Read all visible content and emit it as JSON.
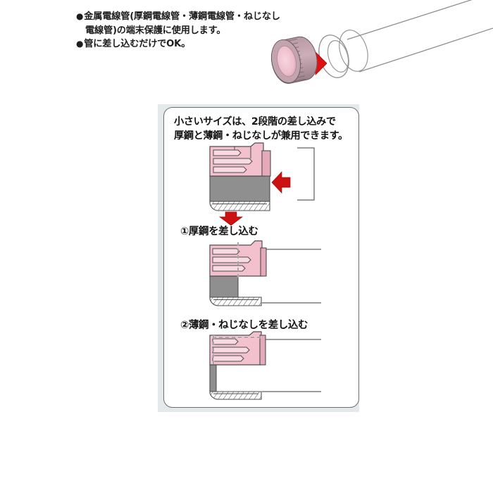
{
  "page": {
    "title": "金属電線管端末保護ブッシング 使用説明図",
    "background_color": "#ffffff"
  },
  "notes": {
    "lines": [
      {
        "bullet": "●",
        "text": "金属電線管(厚鋼電線管・薄鋼電線管・ねじなし",
        "indent": false
      },
      {
        "bullet": "",
        "text": "電線管)の端末保護に使用します。",
        "indent": true
      },
      {
        "bullet": "●",
        "text": "管に差し込むだけでOK。",
        "indent": false
      }
    ]
  },
  "product_illustration": {
    "name": "bushing-to-pipe-illustration",
    "bushing_face_color": "#f0c3ce",
    "bushing_body_color": "#c8a3b0",
    "arrow_color": "#e01b1b",
    "pipe_outline_color": "#8a8a8a",
    "arrow_direction": "right"
  },
  "card": {
    "heading_lines": [
      "小さいサイズは、2段階の差し込みで",
      "厚鋼と薄鋼・ねじなしが兼用できます。"
    ],
    "border_color": "#6e6e6e",
    "backdrop_color": "#e4eaec",
    "steps": [
      {
        "number": "",
        "label": ""
      },
      {
        "number": "①",
        "label": "厚鋼を差し込む"
      },
      {
        "number": "②",
        "label": "薄鋼・ねじなしを差し込む"
      }
    ],
    "step_labels": [
      "①厚鋼を差し込む",
      "②薄鋼・ねじなしを差し込む"
    ],
    "figures": [
      {
        "name": "figure-bushing-cross-section",
        "caption": "",
        "arrows": [
          "left",
          "down"
        ],
        "colors": {
          "pink": "#f3c0cd",
          "pink_dark": "#e09cae",
          "gray": "#8c8c8c",
          "hatch": "#ffffff",
          "arrow": "#cc1111"
        }
      },
      {
        "name": "figure-step1-thick-steel-inserted",
        "caption": "①厚鋼を差し込む",
        "arrows": [],
        "colors": {
          "pink": "#f3c0cd",
          "pink_dark": "#e09cae",
          "gray": "#8c8c8c",
          "hatch": "#ffffff",
          "arrow": "#cc1111"
        }
      },
      {
        "name": "figure-step2-thin-steel-inserted",
        "caption": "②薄鋼・ねじなしを差し込む",
        "arrows": [],
        "colors": {
          "pink": "#f3c0cd",
          "pink_dark": "#e09cae",
          "gray": "#8c8c8c",
          "hatch": "#ffffff",
          "arrow": "#cc1111"
        }
      }
    ]
  }
}
